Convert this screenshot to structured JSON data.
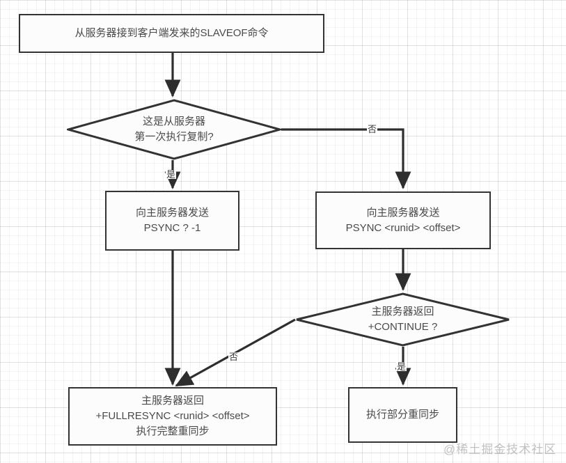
{
  "diagram": {
    "title": "Redis SLAVEOF replication flowchart",
    "stroke_color": "#333333",
    "text_color": "#4a4a4a",
    "fill_color": "#fcfcfc",
    "grid_color": "#ededed",
    "background": "#ffffff"
  },
  "nodes": {
    "start": {
      "shape": "rect",
      "text": "从服务器接到客户端发来的SLAVEOF命令"
    },
    "decision_first_replication": {
      "shape": "diamond",
      "text": "这是从服务器\n第一次执行复制?"
    },
    "psync_full": {
      "shape": "rect",
      "text": "向主服务器发送\nPSYNC ? -1"
    },
    "psync_partial": {
      "shape": "rect",
      "text": "向主服务器发送\nPSYNC <runid> <offset>"
    },
    "decision_continue": {
      "shape": "diamond",
      "text": "主服务器返回\n+CONTINUE ?"
    },
    "full_resync": {
      "shape": "rect",
      "text": "主服务器返回\n+FULLRESYNC <runid> <offset>\n执行完整重同步"
    },
    "partial_resync": {
      "shape": "rect",
      "text": "执行部分重同步"
    }
  },
  "edge_labels": {
    "first_yes": "是",
    "first_no": "否",
    "continue_yes": "是",
    "continue_no": "否"
  },
  "watermark": {
    "text": "@稀土掘金技术社区"
  }
}
